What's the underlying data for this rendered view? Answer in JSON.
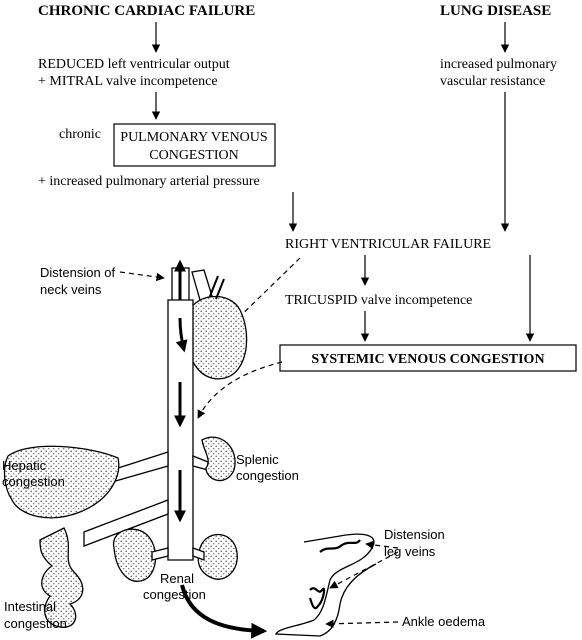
{
  "heading_left": "CHRONIC CARDIAC FAILURE",
  "heading_right": "LUNG DISEASE",
  "left_line1": "REDUCED left ventricular output",
  "left_line2": "+ MITRAL valve incompetence",
  "right_line1": "increased pulmonary",
  "right_line2": "vascular resistance",
  "chronic_label": "chronic",
  "box1_line1": "PULMONARY VENOUS",
  "box1_line2": "CONGESTION",
  "pulm_arterial": "+ increased pulmonary arterial pressure",
  "rvf": "RIGHT VENTRICULAR FAILURE",
  "tricuspid": "TRICUSPID valve incompetence",
  "systemic": "SYSTEMIC VENOUS CONGESTION",
  "labels": {
    "neck_1": "Distension of",
    "neck_2": "neck veins",
    "hepatic_1": "Hepatic",
    "hepatic_2": "congestion",
    "splenic_1": "Splenic",
    "splenic_2": "congestion",
    "renal_1": "Renal",
    "renal_2": "congestion",
    "intestinal_1": "Intestinal",
    "intestinal_2": "congestion",
    "leg_1": "Distension",
    "leg_2": "leg veins",
    "ankle": "Ankle oedema"
  }
}
